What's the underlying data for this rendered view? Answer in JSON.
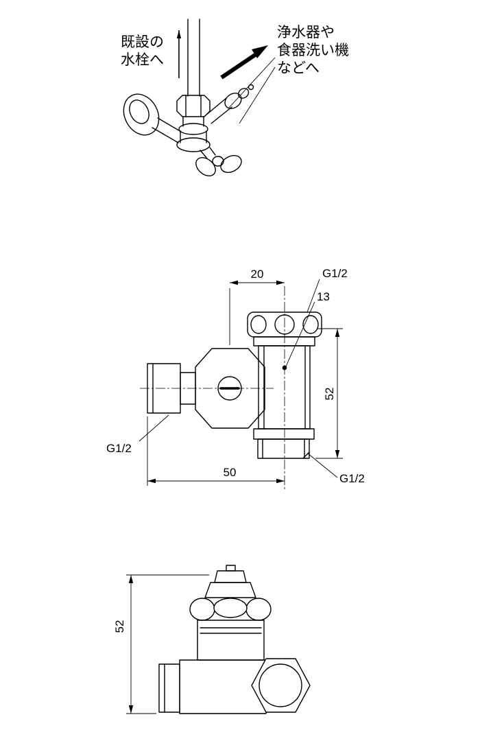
{
  "colors": {
    "ink": "#000000",
    "background": "#ffffff"
  },
  "illustration": {
    "label_left_line1": "既設の",
    "label_left_line2": "水栓へ",
    "label_right_line1": "浄水器や",
    "label_right_line2": "食器洗い機",
    "label_right_line3": "などへ"
  },
  "front_view": {
    "dim_top": "20",
    "dim_hole": "13",
    "dim_right": "52",
    "dim_bottom": "50",
    "thread_top": "G1/2",
    "thread_left": "G1/2",
    "thread_bottom": "G1/2"
  },
  "side_view": {
    "dim_left": "52"
  }
}
